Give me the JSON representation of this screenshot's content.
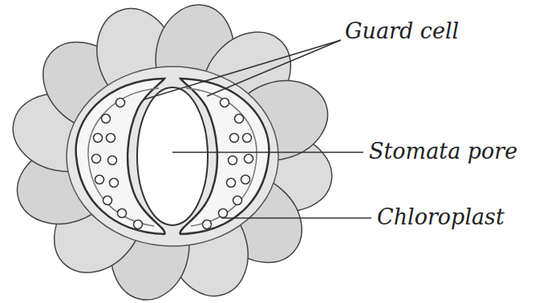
{
  "diagram": {
    "labels": [
      "Guard cell",
      "Stomata pore",
      "Chloroplast"
    ]
  }
}
